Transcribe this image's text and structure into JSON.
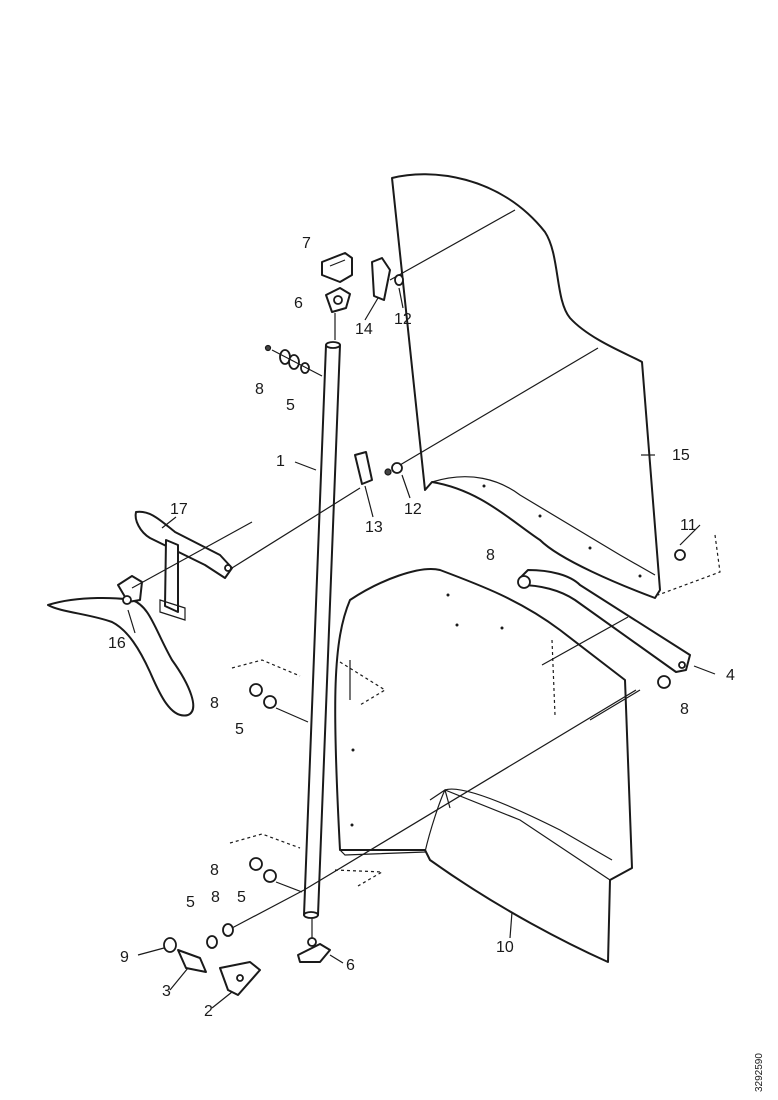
{
  "callouts": {
    "c1": "1",
    "c2": "2",
    "c3": "3",
    "c4": "4",
    "c5a": "5",
    "c5b": "5",
    "c5c": "5",
    "c5d": "5",
    "c6a": "6",
    "c6b": "6",
    "c7": "7",
    "c8a": "8",
    "c8b": "8",
    "c8c": "8",
    "c8d": "8",
    "c8e": "8",
    "c8f": "8",
    "c9": "9",
    "c10": "10",
    "c11": "11",
    "c12a": "12",
    "c12b": "12",
    "c13": "13",
    "c14": "14",
    "c15": "15",
    "c16": "16",
    "c17": "17"
  },
  "figure_code": "3292590"
}
